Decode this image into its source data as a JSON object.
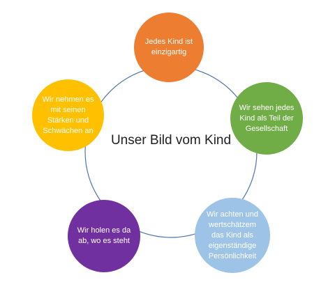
{
  "colors": {
    "ring": "#4f73b3",
    "orange": "#ed7d31",
    "green": "#70ad47",
    "light_blue": "#9dc3e6",
    "purple": "#7030a0",
    "yellow": "#ffc000",
    "center_text": "#1f1f1f"
  },
  "center": {
    "title": "Unser Bild vom Kind"
  },
  "nodes": {
    "top": {
      "text": "Jedes Kind ist einzigartig"
    },
    "right": {
      "text": "Wir sehen jedes Kind als Teil der Gesellschaft"
    },
    "bottom_right": {
      "text": "Wir achten und wertschätzem das Kind als eigenständige Persönlichkeit"
    },
    "bottom_left": {
      "text": "Wir holen es da ab, wo es steht"
    },
    "left": {
      "text": "Wir nehmen es mit seinen Stärken und Schwächen an"
    }
  }
}
